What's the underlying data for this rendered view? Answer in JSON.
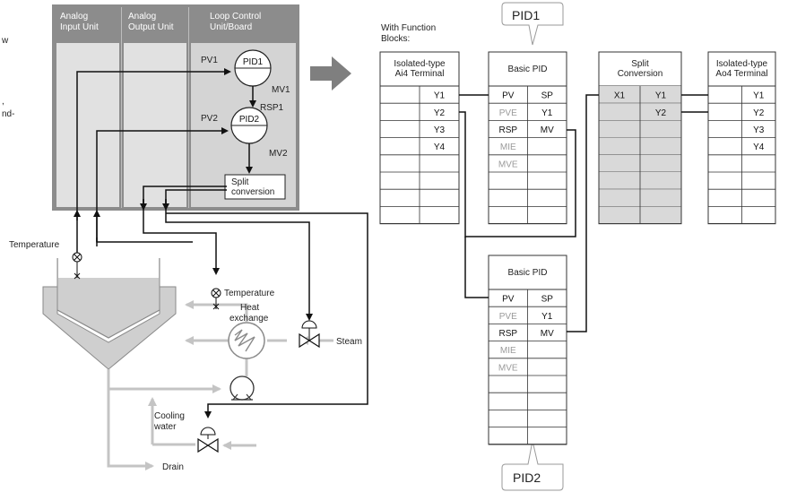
{
  "frag": {
    "line1": "w",
    "line2": ",",
    "line3": "nd-"
  },
  "control_panel": {
    "col1": [
      "Analog",
      "Input Unit"
    ],
    "col2": [
      "Analog",
      "Output Unit"
    ],
    "col3": [
      "Loop Control",
      "Unit/Board"
    ],
    "pid1": "PID1",
    "pid2": "PID2",
    "pv1": "PV1",
    "pv2": "PV2",
    "mv1": "MV1",
    "mv2": "MV2",
    "rsp1": "RSP1",
    "split": [
      "Split",
      "conversion"
    ]
  },
  "process": {
    "temperature1": "Temperature",
    "temperature2": "Temperature",
    "heat_exchange": [
      "Heat",
      "exchange"
    ],
    "steam": "Steam",
    "cooling_water": [
      "Cooling",
      "water"
    ],
    "drain": "Drain"
  },
  "function_blocks": {
    "with_title": [
      "With Function",
      "Blocks:"
    ],
    "pid1_callout": "PID1",
    "pid2_callout": "PID2",
    "ai4": {
      "title": [
        "Isolated-type",
        "Ai4 Terminal"
      ],
      "rows": [
        [
          "",
          "Y1"
        ],
        [
          "",
          "Y2"
        ],
        [
          "",
          "Y3"
        ],
        [
          "",
          "Y4"
        ],
        [
          "",
          ""
        ],
        [
          "",
          ""
        ],
        [
          "",
          ""
        ],
        [
          "",
          ""
        ]
      ]
    },
    "basic_pid1": {
      "title": "Basic PID",
      "rows": [
        [
          "PV",
          "SP"
        ],
        [
          "PVE",
          "Y1"
        ],
        [
          "RSP",
          "MV"
        ],
        [
          "MIE",
          ""
        ],
        [
          "MVE",
          ""
        ],
        [
          "",
          ""
        ],
        [
          "",
          ""
        ],
        [
          "",
          ""
        ]
      ]
    },
    "split": {
      "title": [
        "Split",
        "Conversion"
      ],
      "rows": [
        [
          "X1",
          "Y1"
        ],
        [
          "",
          "Y2"
        ],
        [
          "",
          ""
        ],
        [
          "",
          ""
        ],
        [
          "",
          ""
        ],
        [
          "",
          ""
        ],
        [
          "",
          ""
        ],
        [
          "",
          ""
        ]
      ]
    },
    "ao4": {
      "title": [
        "Isolated-type",
        "Ao4 Terminal"
      ],
      "rows": [
        [
          "",
          "Y1"
        ],
        [
          "",
          "Y2"
        ],
        [
          "",
          "Y3"
        ],
        [
          "",
          "Y4"
        ],
        [
          "",
          ""
        ],
        [
          "",
          ""
        ],
        [
          "",
          ""
        ],
        [
          "",
          ""
        ]
      ]
    },
    "basic_pid2": {
      "title": "Basic PID",
      "rows": [
        [
          "PV",
          "SP"
        ],
        [
          "PVE",
          "Y1"
        ],
        [
          "RSP",
          "MV"
        ],
        [
          "MIE",
          ""
        ],
        [
          "MVE",
          ""
        ],
        [
          "",
          ""
        ],
        [
          "",
          ""
        ],
        [
          "",
          ""
        ],
        [
          "",
          ""
        ]
      ]
    }
  },
  "colors": {
    "panel_bg": "#8c8c8c",
    "panel_inner": "#d9d9d9",
    "header_bg": "#8c8c8c",
    "grey_line": "#c4c4c4",
    "arrow": "#7f7f7f"
  }
}
